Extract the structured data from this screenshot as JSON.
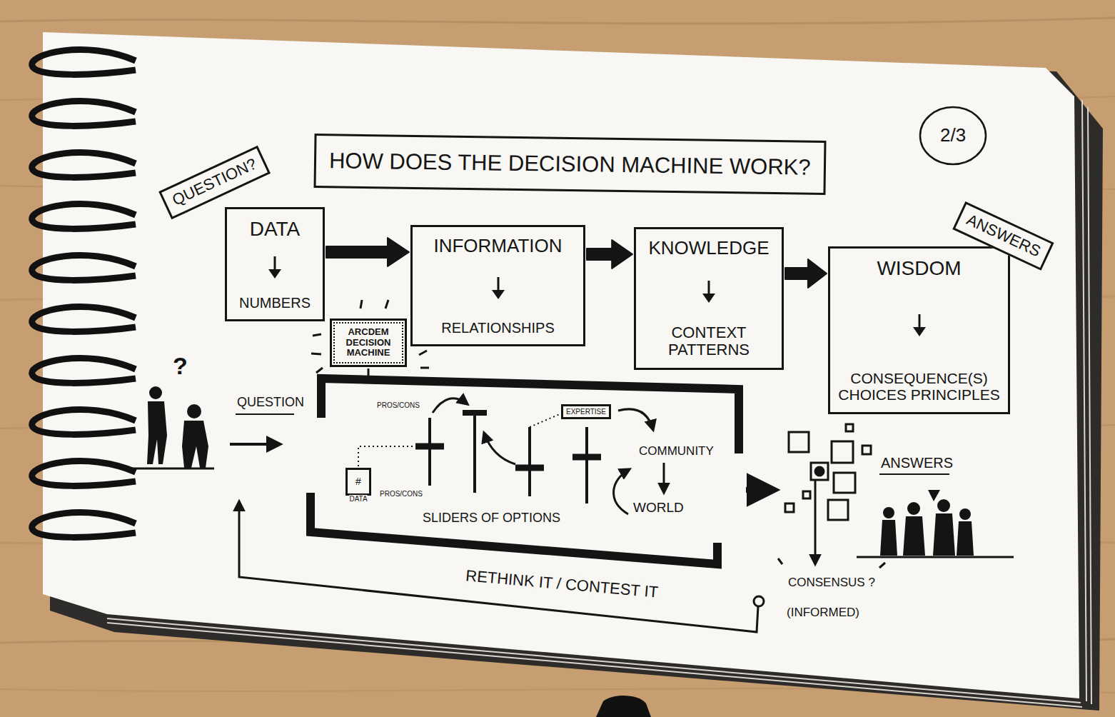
{
  "diagram": {
    "title": "HOW DOES THE DECISION MACHINE WORK?",
    "nodes": [
      {
        "text": [
          "QUESTION?"
        ]
      },
      {
        "text": [
          "DATA",
          "NUMBERS"
        ]
      },
      {
        "text": [
          "INFORMATION",
          "RELATIONSHIPS"
        ]
      },
      {
        "text": [
          "KNOWLEDGE",
          "CONTEXT PATTERNS"
        ]
      },
      {
        "text": [
          "WISDOM",
          "CONSEQUENCE(S) CHOICES PRINCIPLES"
        ]
      },
      {
        "text": [
          "ANSWERS"
        ]
      },
      {
        "text": [
          "ARCDEM DECISION MACHINE"
        ]
      },
      {
        "text": [
          "#",
          "DATA"
        ]
      },
      {
        "text": [
          "EXPERTISE"
        ]
      }
    ],
    "edges": [
      {
        "from": 1,
        "to": 2,
        "arrow": "to"
      },
      {
        "from": 2,
        "to": 3,
        "arrow": "to"
      },
      {
        "from": 3,
        "to": 4,
        "arrow": "to"
      }
    ],
    "labels": [
      "2/3",
      "?",
      "QUESTION",
      "PROS/CONS",
      "PROS/CONS",
      "COMMUNITY",
      "WORLD",
      "SLIDERS OF OPTIONS",
      "ANSWERS",
      "CONSENSUS ?",
      "(INFORMED)",
      "RETHINK IT / CONTEST IT"
    ]
  }
}
